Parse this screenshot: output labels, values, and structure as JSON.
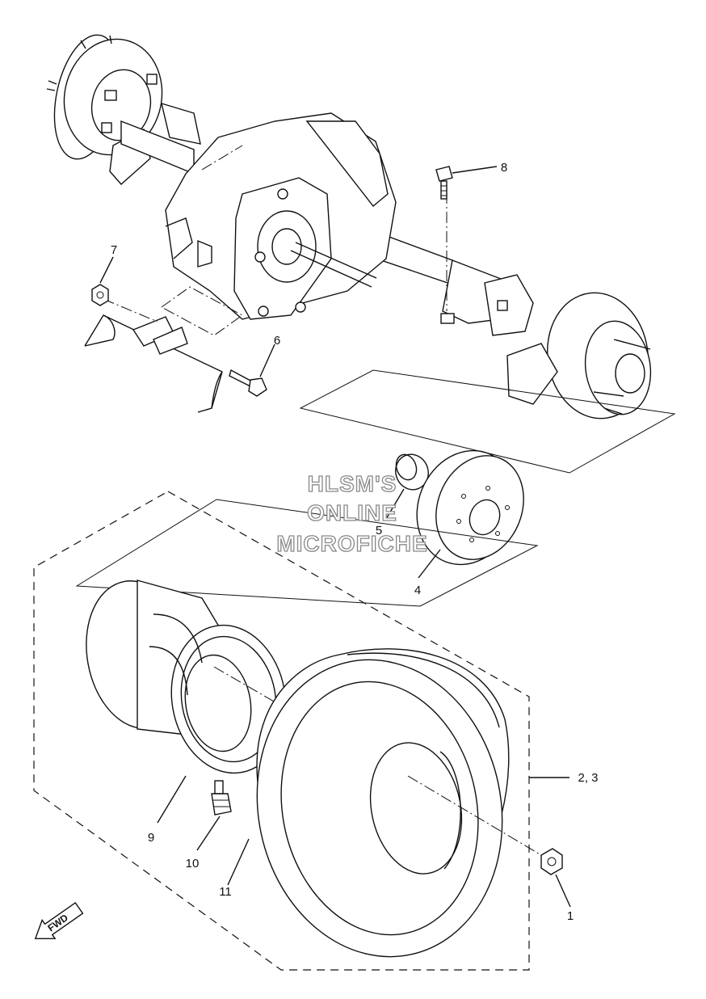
{
  "watermark": {
    "line1": "HLSM'S",
    "line2": "ONLINE",
    "line3": "MICROFICHE"
  },
  "direction_badge": "FWD",
  "callouts": {
    "c1": "1",
    "c23": "2, 3",
    "c4": "4",
    "c5": "5",
    "c6": "6",
    "c7": "7",
    "c8": "8",
    "c9": "9",
    "c10": "10",
    "c11": "11"
  }
}
